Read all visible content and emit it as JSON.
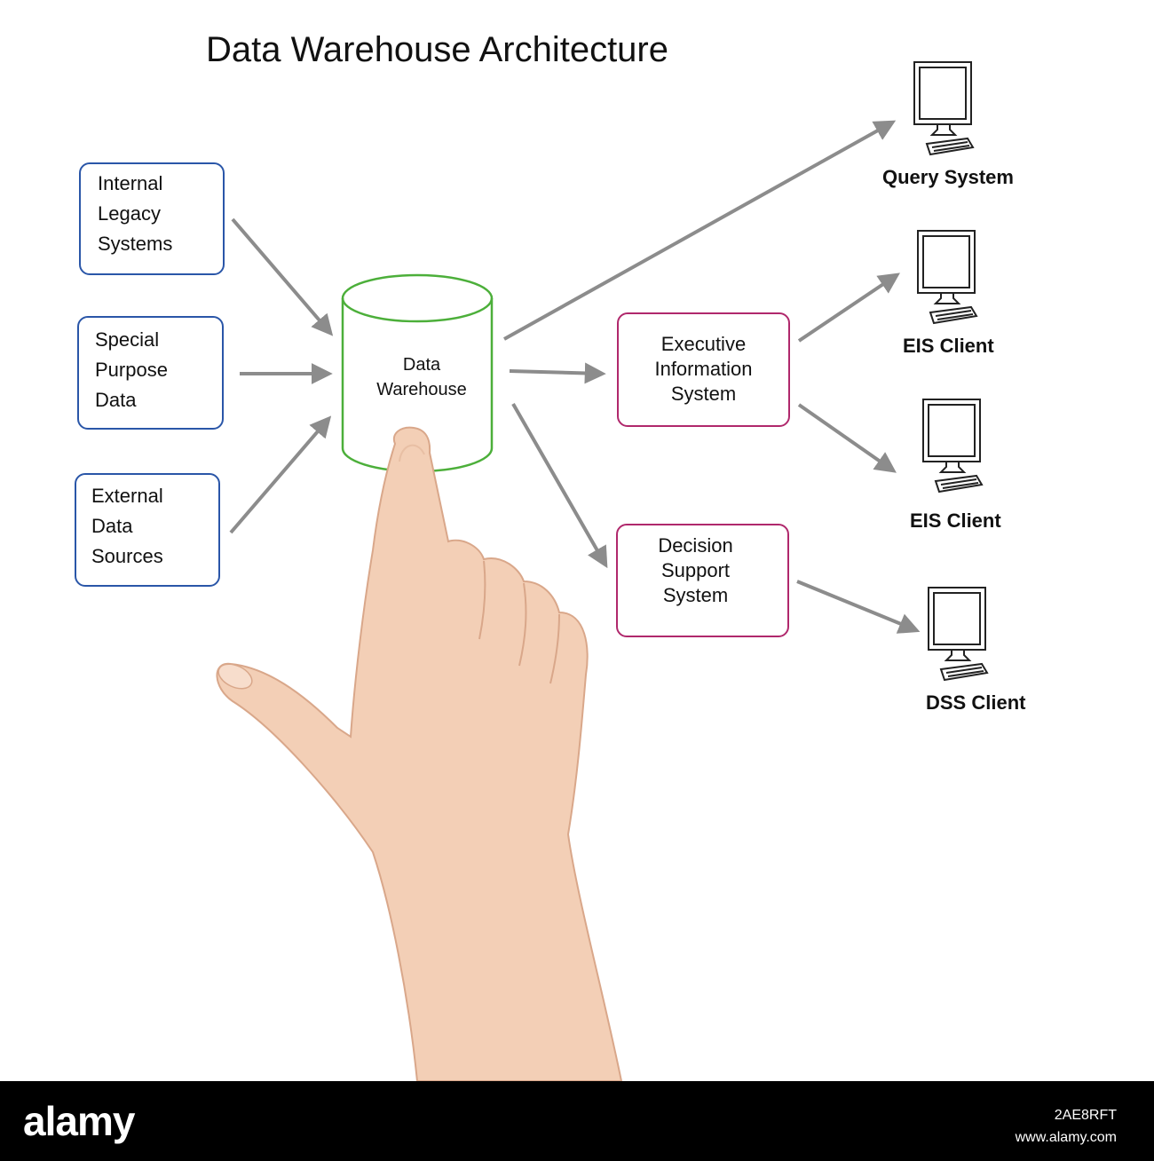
{
  "title": "Data Warehouse Architecture",
  "sources": [
    {
      "label": "Internal\nLegacy\nSystems"
    },
    {
      "label": "Special\nPurpose\nData"
    },
    {
      "label": "External\nData\nSources"
    }
  ],
  "warehouse": {
    "label": "Data\nWarehouse"
  },
  "systems": [
    {
      "label": "Executive\nInformation\nSystem"
    },
    {
      "label": "Decision\nSupport\nSystem"
    }
  ],
  "clients": [
    {
      "label": "Query System"
    },
    {
      "label": "EIS Client"
    },
    {
      "label": "EIS Client"
    },
    {
      "label": "DSS Client"
    }
  ],
  "footer": {
    "brand": "alamy",
    "image_id": "2AE8RFT",
    "site": "www.alamy.com"
  },
  "colors": {
    "source_border": "#2a56a8",
    "system_border": "#b0286c",
    "cylinder": "#4caf3a",
    "arrow": "#8c8c8c"
  }
}
